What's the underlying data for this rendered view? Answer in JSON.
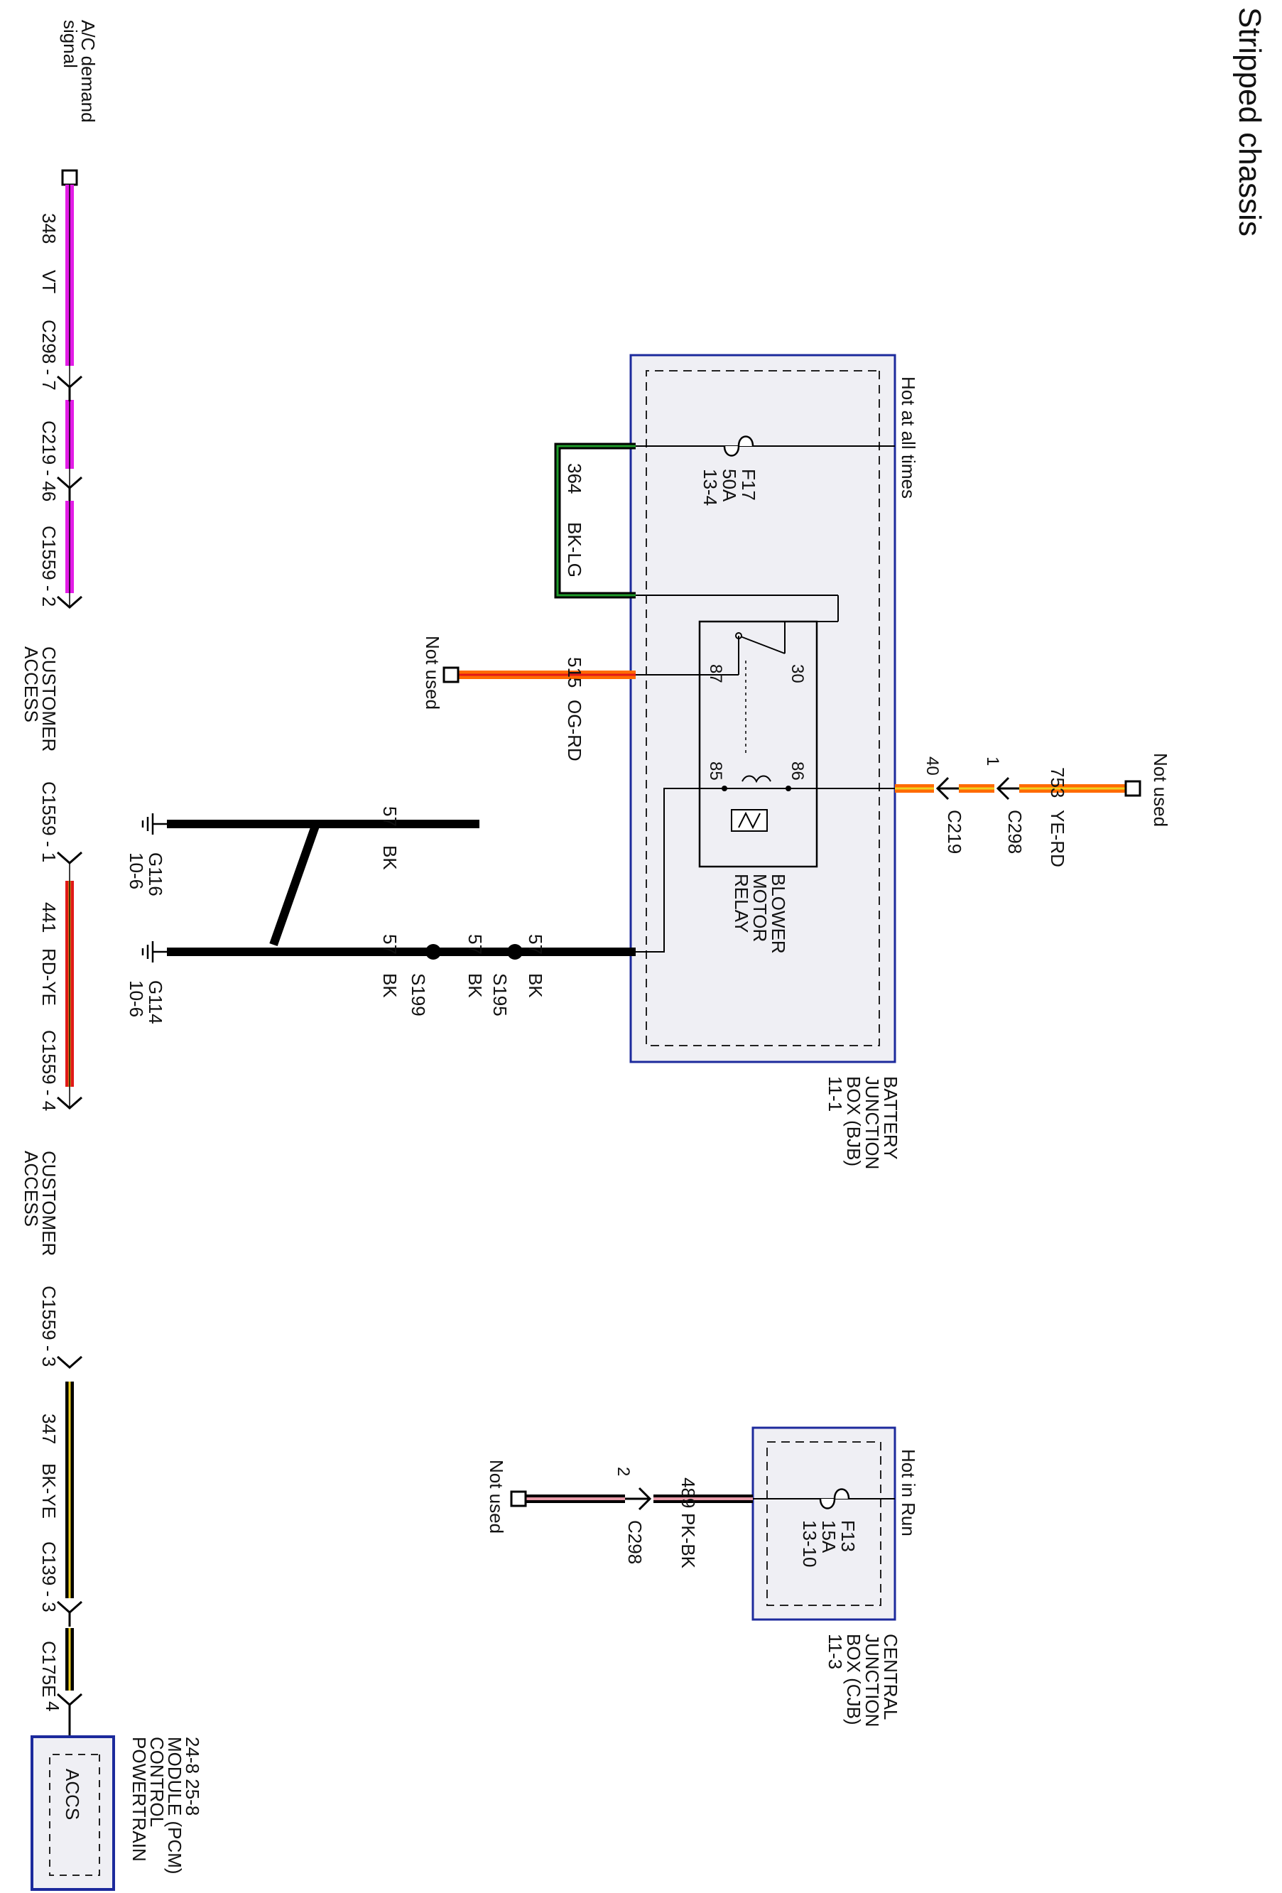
{
  "title": "Stripped chassis",
  "colors": {
    "violet": "#e21ce6",
    "black": "#000000",
    "green": "#1f9a2a",
    "orange": "#ff6a00",
    "red": "#e01818",
    "yellow": "#f0d020",
    "pink": "#e89aa8",
    "module_border": "#1c2a9c",
    "module_fill": "#efeff4"
  },
  "left_circuit": {
    "signal_label_1": "A/C demand",
    "signal_label_2": "signal",
    "wire_348": {
      "number": "348",
      "color": "VT"
    },
    "c298": "C298 - 7",
    "c219": "C219 - 46",
    "c1559_2": "C1559 - 2",
    "customer_access_1": "CUSTOMER",
    "customer_access_2": "ACCESS",
    "c1559_1": "C1559 - 1",
    "wire_441": {
      "number": "441",
      "color": "RD-YE"
    },
    "c1559_4": "C1559 - 4",
    "customer_access_b_1": "CUSTOMER",
    "customer_access_b_2": "ACCESS",
    "c1559_3": "C1559 - 3",
    "wire_347": {
      "number": "347",
      "color": "BK-YE"
    },
    "c139": "C139 - 3",
    "c175e": "C175E",
    "pin4": "4",
    "pcm_lines": [
      "POWERTRAIN",
      "CONTROL",
      "MODULE (PCM)",
      "24-8   25-8"
    ],
    "pcm_pin": "ACCS"
  },
  "bjb": {
    "hot_label": "Hot at all times",
    "fuse": {
      "id": "F17",
      "rating": "50A",
      "ref": "13-4"
    },
    "wire_364": {
      "number": "364",
      "color": "BK-LG"
    },
    "relay_pins": {
      "p30": "30",
      "p87": "87",
      "p85": "85",
      "p86": "86"
    },
    "relay_name": [
      "BLOWER",
      "MOTOR",
      "RELAY"
    ],
    "wire_515": {
      "number": "515",
      "color": "OG-RD"
    },
    "not_used_515": "Not used",
    "box_name": [
      "BATTERY",
      "JUNCTION",
      "BOX (BJB)",
      "11-1"
    ],
    "pin_40": "40",
    "c219": "C219",
    "pin_1": "1",
    "c298": "C298",
    "wire_753": {
      "number": "753",
      "color": "YE-RD"
    },
    "not_used_753": "Not used"
  },
  "ground": {
    "wire_top": {
      "number": "57",
      "color": "BK"
    },
    "g116": {
      "id": "G116",
      "ref": "10-6"
    },
    "wire_a": {
      "number": "57",
      "color": "BK"
    },
    "wire_b": {
      "number": "57",
      "color": "BK"
    },
    "wire_c": {
      "number": "57",
      "color": "BK"
    },
    "s199": "S199",
    "s195": "S195",
    "g114": {
      "id": "G114",
      "ref": "10-6"
    }
  },
  "cjb": {
    "hot_label": "Hot in Run",
    "fuse": {
      "id": "F13",
      "rating": "15A",
      "ref": "13-10"
    },
    "box_name": [
      "CENTRAL",
      "JUNCTION",
      "BOX (CJB)",
      "11-3"
    ],
    "wire_489": {
      "number": "489",
      "color": "PK-BK"
    },
    "pin_2": "2",
    "c298": "C298",
    "not_used": "Not used"
  }
}
